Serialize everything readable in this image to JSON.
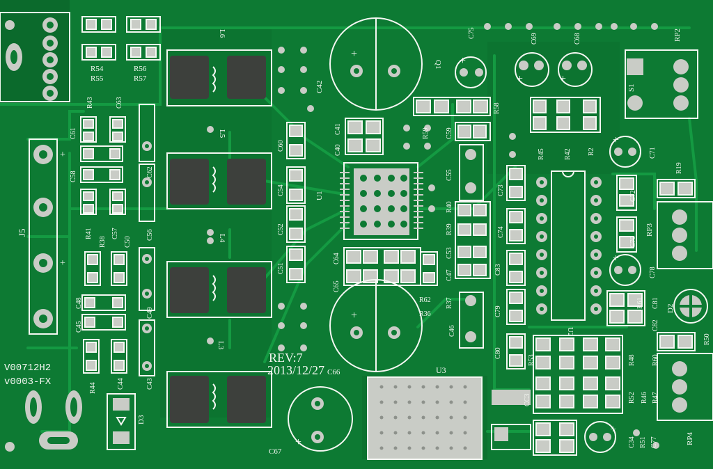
{
  "board": {
    "revision_label": "REV:7",
    "date_label": "2013/12/27",
    "code_line_1": "V00712H2",
    "code_line_2": "v0003-FX",
    "colors": {
      "solder_mask": "#0d7a33",
      "trace": "#149a42",
      "silkscreen": "#f4f7f2",
      "pad": "#c9ccc6",
      "pad_inner": "#8d918b",
      "inductor_body": "#3d403c",
      "copper_pour": "#0b6a2c"
    }
  },
  "labels": {
    "L6": "L6",
    "L5": "L5",
    "L4": "L4",
    "L3": "L3",
    "U1": "U1",
    "U2": "U2",
    "U3": "U3",
    "J5": "J5",
    "D2": "D2",
    "D3": "D3",
    "Q1": "Q1",
    "S1": "S1",
    "RP1": "RP4",
    "RP2": "RP2",
    "RP3": "RP3",
    "R54": "R54",
    "R55": "R55",
    "R56": "R56",
    "R57": "R57",
    "R43": "R43",
    "C63": "C63",
    "C61": "C61",
    "C58": "C58",
    "C62": "C62",
    "R41": "R41",
    "R38": "R38",
    "C57": "C57",
    "C56": "C56",
    "C50": "C50",
    "C48": "C48",
    "C45": "C45",
    "C49": "C49",
    "C44": "C44",
    "C43": "C43",
    "R44": "R44",
    "C42": "C42",
    "C41": "C41",
    "C40": "C40",
    "C60": "C60",
    "C54": "C54",
    "C52": "C52",
    "C51": "C51",
    "C64": "C64",
    "C65": "C65",
    "C66": "C66",
    "C67": "C67",
    "C75": "C75",
    "C59": "C59",
    "R59": "R59",
    "R58": "R58",
    "C55": "C55",
    "R40": "R40",
    "R39": "R39",
    "C53": "C53",
    "C47": "C47",
    "R37": "R37",
    "R62": "R62",
    "R36": "R36",
    "C46": "C46",
    "C69": "C69",
    "C68": "C68",
    "R45": "R45",
    "R42": "R42",
    "R2": "R2",
    "C71": "C71",
    "R19": "R19",
    "C73": "C73",
    "C74": "C74",
    "C83": "C83",
    "C79": "C79",
    "C80": "C80",
    "C72": "C72",
    "C70": "C70",
    "C78": "C78",
    "R61": "R61",
    "C81": "C81",
    "C82": "C82",
    "R50": "R50",
    "R53": "R53",
    "R48": "R48",
    "R60": "R60",
    "R52": "R52",
    "R46": "R46",
    "R47": "R47",
    "C33": "CC3",
    "C34": "C34",
    "R51": "R51",
    "C77": "C77"
  }
}
